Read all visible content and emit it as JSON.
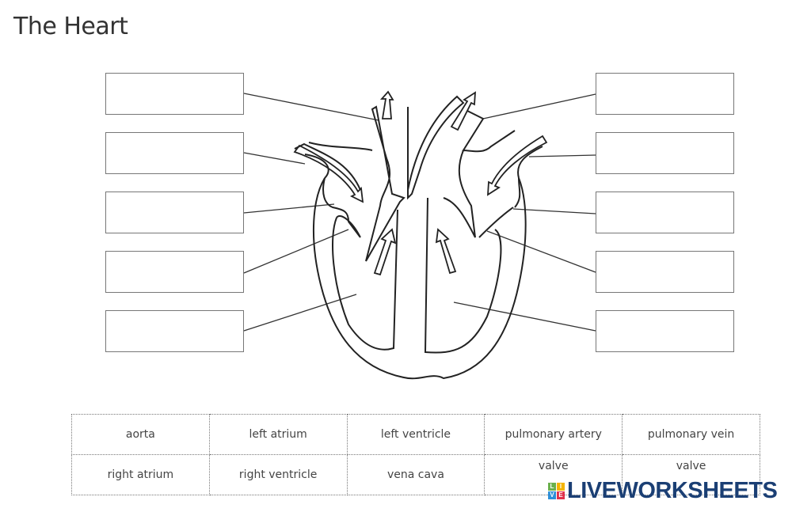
{
  "title": "The Heart",
  "word_bank": [
    [
      "aorta",
      "left atrium",
      "left ventricle",
      "pulmonary artery",
      "pulmonary vein"
    ],
    [
      "right atrium",
      "right ventricle",
      "vena cava",
      "valve",
      "valve"
    ]
  ],
  "logo": {
    "text": "LIVEWORKSHEETS",
    "tiles": [
      "L",
      "I",
      "V",
      "E"
    ],
    "colors": [
      "#6ab04c",
      "#f4b400",
      "#2d8fd8",
      "#e0314b"
    ]
  }
}
